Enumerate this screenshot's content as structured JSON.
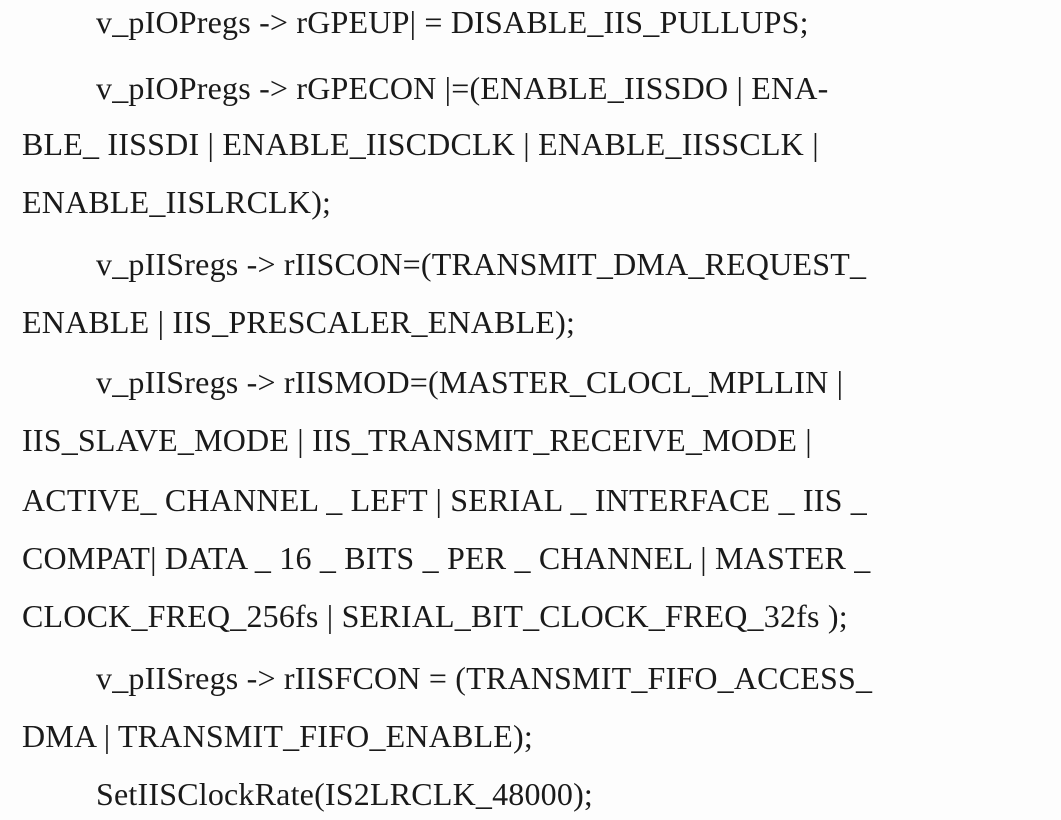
{
  "document": {
    "lines": [
      "v_pIOPregs -> rGPEUP| = DISABLE_IIS_PULLUPS;",
      "v_pIOPregs -> rGPECON |=(ENABLE_IISSDO | ENA-",
      "BLE_ IISSDI | ENABLE_IISCDCLK | ENABLE_IISSCLK |",
      "ENABLE_IISLRCLK);",
      "v_pIISregs -> rIISCON=(TRANSMIT_DMA_REQUEST_",
      "ENABLE | IIS_PRESCALER_ENABLE);",
      "v_pIISregs -> rIISMOD=(MASTER_CLOCL_MPLLIN |",
      "IIS_SLAVE_MODE | IIS_TRANSMIT_RECEIVE_MODE |",
      "ACTIVE_ CHANNEL _ LEFT | SERIAL _ INTERFACE _ IIS _",
      "COMPAT| DATA _ 16 _ BITS _ PER _ CHANNEL | MASTER _",
      "CLOCK_FREQ_256fs | SERIAL_BIT_CLOCK_FREQ_32fs );",
      "v_pIISregs -> rIISFCON = (TRANSMIT_FIFO_ACCESS_",
      "DMA | TRANSMIT_FIFO_ENABLE);",
      "SetIISClockRate(IS2LRCLK_48000);"
    ]
  }
}
